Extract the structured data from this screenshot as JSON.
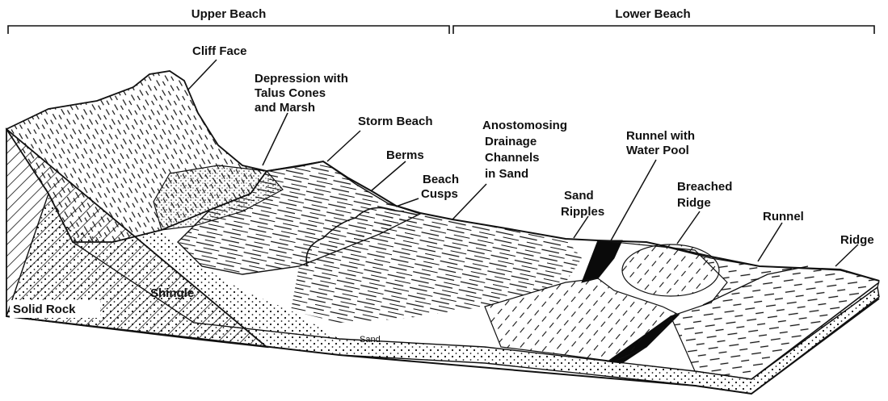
{
  "headers": {
    "upper_beach": "Upper Beach",
    "lower_beach": "Lower Beach"
  },
  "labels": {
    "cliff_face": "Cliff Face",
    "depression": [
      "Depression with",
      "Talus Cones",
      "and Marsh"
    ],
    "storm_beach": "Storm Beach",
    "berms": "Berms",
    "beach_cusps": [
      "Beach",
      "Cusps"
    ],
    "anostomosing": [
      "Anostomosing",
      "Drainage",
      "Channels",
      "in Sand"
    ],
    "runnel_pool": [
      "Runnel with",
      "Water Pool"
    ],
    "breached_ridge": [
      "Breached",
      "Ridge"
    ],
    "sand_ripples": [
      "Sand",
      "Ripples"
    ],
    "runnel": "Runnel",
    "ridge": "Ridge",
    "shingle": "Shingle",
    "solid_rock": "Solid Rock",
    "sand": "Sand"
  },
  "colors": {
    "ink": "#111111",
    "background": "#ffffff",
    "water_pool": "#0a0a0a"
  }
}
